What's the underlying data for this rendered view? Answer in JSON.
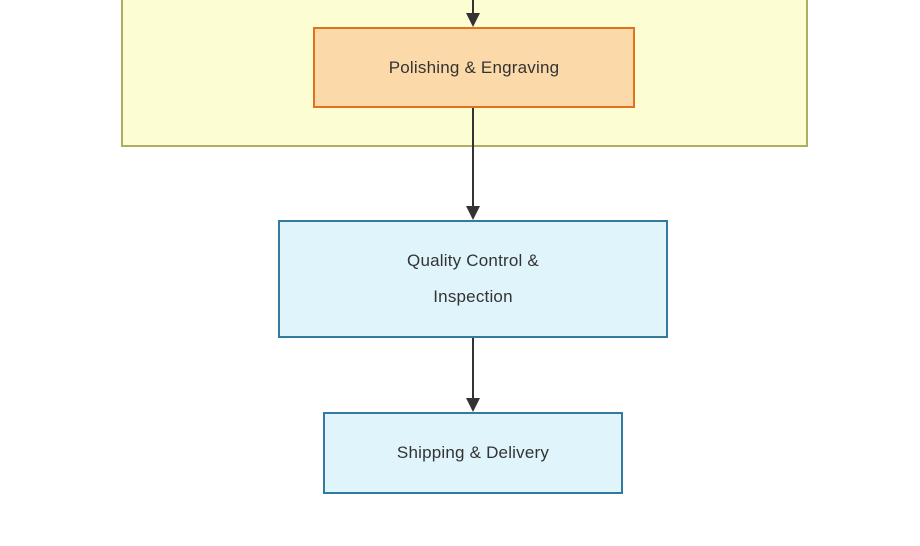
{
  "diagram": {
    "type": "flowchart",
    "direction": "top-down",
    "colors": {
      "background": "#ffffff",
      "edge_color": "#333333",
      "text_color": "#333333",
      "cluster_fill": "#fdfdd4",
      "cluster_stroke": "#aeae5f",
      "orange_node_fill": "#fcd9a8",
      "orange_node_stroke": "#e2711d",
      "blue_node_fill": "#e0f4fc",
      "blue_node_stroke": "#337a9e"
    },
    "cluster": {
      "note": "yellow subgraph container, top edge cut off above viewport, contains polishing node"
    },
    "nodes": {
      "polishing": {
        "label": "Polishing & Engraving"
      },
      "quality": {
        "label": "Quality Control & Inspection",
        "line1": "Quality Control &",
        "line2": "Inspection"
      },
      "shipping": {
        "label": "Shipping & Delivery"
      }
    },
    "edges": [
      {
        "from": "offscreen-top",
        "to": "Polishing & Engraving"
      },
      {
        "from": "Polishing & Engraving",
        "to": "Quality Control & Inspection"
      },
      {
        "from": "Quality Control & Inspection",
        "to": "Shipping & Delivery"
      }
    ]
  }
}
